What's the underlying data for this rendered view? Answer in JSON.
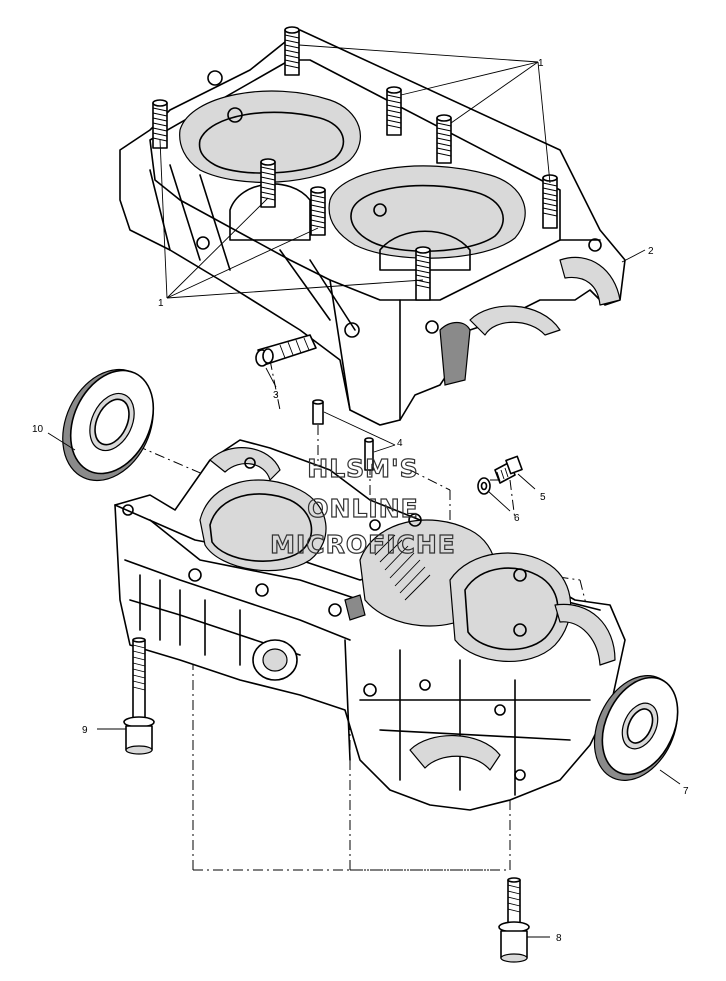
{
  "watermark": {
    "line1": "HLSM'S",
    "line2": "ONLINE",
    "line3": "MICROFICHE"
  },
  "callouts": [
    {
      "id": "1a",
      "label": "1"
    },
    {
      "id": "1b",
      "label": "1"
    },
    {
      "id": "2",
      "label": "2"
    },
    {
      "id": "3",
      "label": "3"
    },
    {
      "id": "4",
      "label": "4"
    },
    {
      "id": "5",
      "label": "5"
    },
    {
      "id": "6",
      "label": "6"
    },
    {
      "id": "7",
      "label": "7"
    },
    {
      "id": "8",
      "label": "8"
    },
    {
      "id": "9",
      "label": "9"
    },
    {
      "id": "10",
      "label": "10"
    }
  ]
}
